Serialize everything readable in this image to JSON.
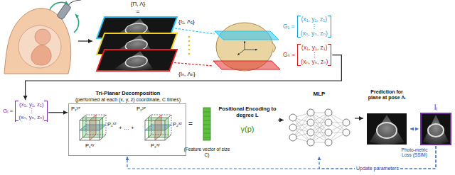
{
  "diagram": {
    "nodes": [
      {
        "text": [
          "{Π, Λ}",
          "=",
          "{I₁, Λ₁}",
          "{Iₙ, Λₙ}"
        ]
      },
      {
        "text": [
          "G₁ =",
          "(x₁, y₁, z₁)",
          "⋮",
          "(xₙ, yₙ, zₙ)"
        ]
      },
      {
        "text": [
          "Gₙ =",
          "(x₁, y₁, z₁)",
          "⋮",
          "(xₙ, yₙ, zₙ)"
        ]
      },
      {
        "text": [
          "Gᵢ =",
          "(x₁, y₁, z₁)",
          "⋮",
          "(xₙ, yₙ, zₙ)"
        ]
      },
      {
        "text": [
          "Tri-Planar Decomposition",
          "(performed at each (x, y, z) coordinate, C times)"
        ]
      },
      {
        "text": [
          "(Feature vector of size C)"
        ]
      },
      {
        "text": [
          "Positional Encoding to degree L",
          "γ(p)"
        ]
      },
      {
        "text": [
          "MLP"
        ]
      },
      {
        "text": [
          "Prediction for plane at pose Λᵢ"
        ]
      },
      {
        "text": [
          "Iᵢ"
        ]
      }
    ],
    "edges": [
      {
        "from": 2,
        "to": 3,
        "arrow": "to"
      },
      {
        "from": 3,
        "to": 4,
        "arrow": "to"
      },
      {
        "from": 6,
        "to": 7,
        "arrow": "to"
      },
      {
        "from": 7,
        "to": 8,
        "arrow": "to"
      },
      {
        "from": 8,
        "to": 9,
        "label": "Photo-metric Loss (SSIM)",
        "arrow": "both"
      },
      {
        "from": 9,
        "to": 7,
        "label": "Update parameters",
        "arrow": "to"
      },
      {
        "from": 9,
        "to": 4,
        "arrow": "to"
      }
    ],
    "labels": [
      "P₁ʸᶻ",
      "P₁ˣᶻ",
      "P₁ˣʸ",
      "+ … +",
      "P₂ʸᶻ",
      "P₂ˣᶻ",
      "P₂ˣʸ",
      "="
    ]
  }
}
